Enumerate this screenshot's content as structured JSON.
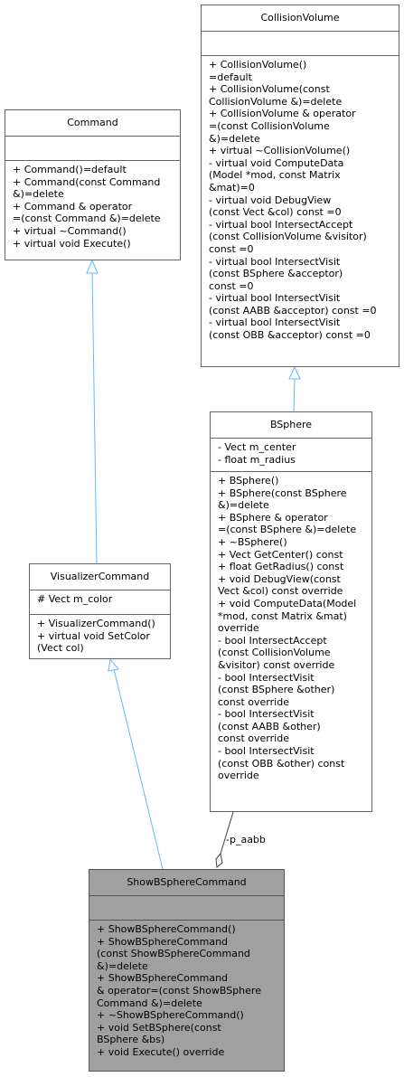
{
  "classes": {
    "collisionvolume": {
      "name": "CollisionVolume",
      "attributes": [],
      "operations": [
        "+ CollisionVolume()",
        "=default",
        "+ CollisionVolume(const",
        " CollisionVolume &)=delete",
        "+ CollisionVolume & operator",
        "=(const CollisionVolume",
        " &)=delete",
        "+ virtual ~CollisionVolume()",
        "- virtual void ComputeData",
        "(Model *mod, const Matrix",
        " &mat)=0",
        "- virtual void DebugView",
        "(const Vect &col) const =0",
        "- virtual bool IntersectAccept",
        "(const CollisionVolume &visitor)",
        " const =0",
        "- virtual bool IntersectVisit",
        "(const BSphere &acceptor)",
        " const =0",
        "- virtual bool IntersectVisit",
        "(const AABB &acceptor) const =0",
        "- virtual bool IntersectVisit",
        "(const OBB &acceptor) const =0"
      ]
    },
    "command": {
      "name": "Command",
      "attributes": [],
      "operations": [
        "+ Command()=default",
        "+ Command(const Command",
        " &)=delete",
        "+ Command & operator",
        "=(const Command &)=delete",
        "+ virtual ~Command()",
        "+ virtual void Execute()"
      ]
    },
    "bsphere": {
      "name": "BSphere",
      "attributes": [
        "- Vect m_center",
        "- float m_radius"
      ],
      "operations": [
        "+ BSphere()",
        "+ BSphere(const BSphere",
        " &)=delete",
        "+ BSphere & operator",
        "=(const BSphere &)=delete",
        "+ ~BSphere()",
        "+ Vect GetCenter() const",
        "+ float GetRadius() const",
        "+ void DebugView(const",
        " Vect &col) const override",
        "+ void ComputeData(Model",
        " *mod, const Matrix &mat)",
        " override",
        "- bool IntersectAccept",
        "(const CollisionVolume",
        " &visitor) const override",
        "- bool IntersectVisit",
        "(const BSphere &other)",
        " const override",
        "- bool IntersectVisit",
        "(const AABB &other)",
        " const override",
        "- bool IntersectVisit",
        "(const OBB &other) const",
        " override"
      ]
    },
    "visualizercommand": {
      "name": "VisualizerCommand",
      "attributes": [
        "# Vect m_color"
      ],
      "operations": [
        "+ VisualizerCommand()",
        "+ virtual void SetColor",
        "(Vect col)"
      ]
    },
    "showbspherecommand": {
      "name": "ShowBSphereCommand",
      "attributes": [],
      "operations": [
        "+ ShowBSphereCommand()",
        "+ ShowBSphereCommand",
        "(const ShowBSphereCommand",
        " &)=delete",
        "+ ShowBSphereCommand",
        " & operator=(const ShowBSphere",
        "Command &)=delete",
        "+ ~ShowBSphereCommand()",
        "+ void SetBSphere(const",
        " BSphere &bs)",
        "+ void Execute() override"
      ]
    }
  },
  "association_label": "-p_aabb",
  "colors": {
    "border": "#666666",
    "highlight_fill": "#a0a0a0",
    "inheritance_edge": "#63b8ff",
    "association_edge": "#404040"
  }
}
